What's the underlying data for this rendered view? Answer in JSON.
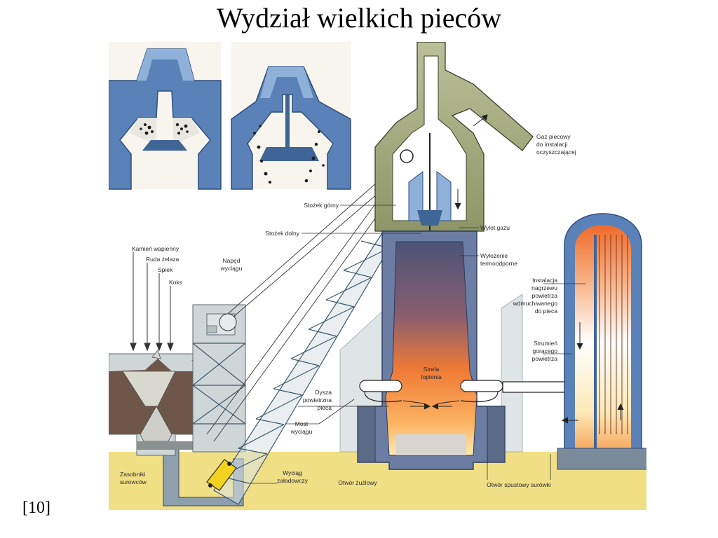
{
  "title": "Wydział wielkich pieców",
  "citation": "[10]",
  "colors": {
    "steel_blue": "#5a82b8",
    "steel_dark": "#3f6496",
    "gas_green": "#a3a878",
    "refractory": "#5b6a86",
    "melt_orange": "#f0883a",
    "melt_yellow": "#fce9a8",
    "ground": "#f1df86",
    "ore_brown": "#6e5748",
    "structure_grey": "#cfd6d8"
  },
  "labels": {
    "gas_out": [
      "Gaz piecowy",
      "do instalacji",
      "oczyszczającej"
    ],
    "upper_cone": "Stożek górny",
    "lower_cone": "Stożek dolny",
    "gas_outlet": "Wylot gazu",
    "refractory_lining": [
      "Wyłożenie",
      "termoodporne"
    ],
    "limestone": "Kamień wapienny",
    "iron_ore": "Ruda żelaza",
    "sinter": "Spiek",
    "coke": "Koks",
    "hoist_drive": [
      "Napęd",
      "wyciągu"
    ],
    "air_heater": [
      "Instalacja",
      "nagrzewu",
      "powietrza",
      "wdmuchiwanego",
      "do pieca"
    ],
    "hot_air_stream": [
      "Strumień",
      "gorącego",
      "powietrza"
    ],
    "melting_zone": [
      "Strefa",
      "topienia"
    ],
    "tuyere": [
      "Dysza",
      "powietrzna",
      "pieca"
    ],
    "hoist_bridge": [
      "Most",
      "wyciągu"
    ],
    "raw_bins": [
      "Zasobniki",
      "surowców"
    ],
    "skip_hoist": [
      "Wyciąg",
      "załadowczy"
    ],
    "slag_notch": "Otwór żużlowy",
    "tap_hole": "Otwór spustowy surówki"
  }
}
